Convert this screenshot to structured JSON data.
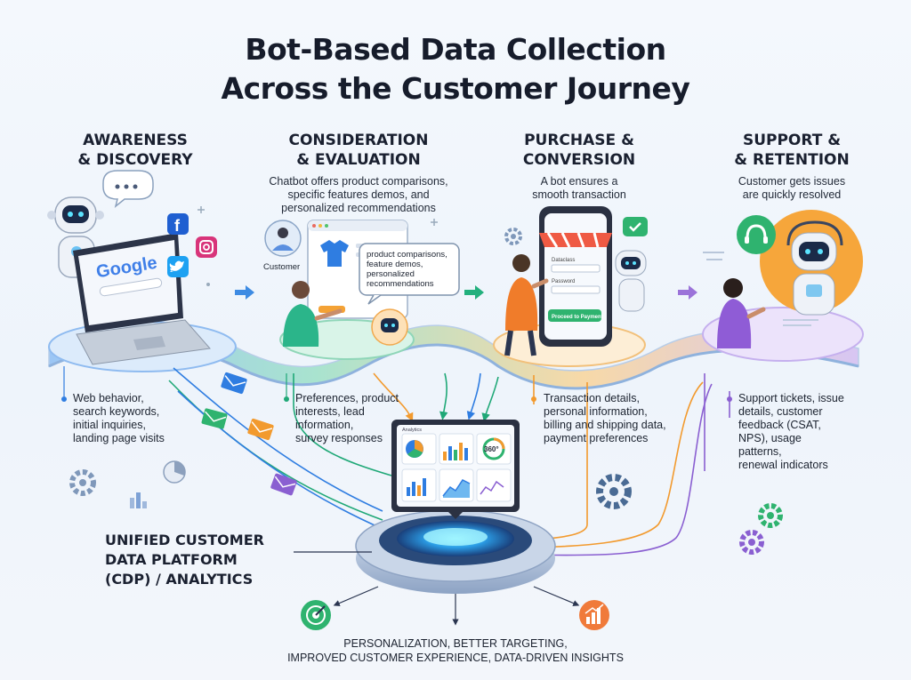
{
  "title": [
    "Bot-Based Data Collection",
    "Across the Customer Journey"
  ],
  "stages": [
    {
      "heading": [
        "AWARENESS",
        "& DISCOVERY"
      ],
      "description": [],
      "data_points": [
        "Web behavior,",
        "search keywords,",
        "initial inquiries,",
        "landing page visits"
      ],
      "color": "#2f7de1"
    },
    {
      "heading": [
        "CONSIDERATION",
        "& EVALUATION"
      ],
      "description": [
        "Chatbot offers product comparisons,",
        "specific features demos, and",
        "personalized recommendations"
      ],
      "data_points": [
        "Preferences, product",
        "interests, lead",
        "information,",
        "survey responses"
      ],
      "color": "#1fa877"
    },
    {
      "heading": [
        "PURCHASE &",
        "CONVERSION"
      ],
      "description": [
        "A bot ensures a",
        "smooth transaction"
      ],
      "data_points": [
        "Transaction details,",
        "personal information,",
        "billing and shipping data,",
        "payment preferences"
      ],
      "color": "#f29a2e"
    },
    {
      "heading": [
        "SUPPORT &",
        "& RETENTION"
      ],
      "description": [
        "Customer gets issues",
        "are quickly resolved"
      ],
      "data_points": [
        "Support tickets, issue",
        "details, customer",
        "feedback (CSAT,",
        "NPS), usage",
        "patterns,",
        "renewal indicators"
      ],
      "color": "#8a5fd1"
    }
  ],
  "illustrations": {
    "search_brand": "Google",
    "customer_label": "Customer",
    "bubble_text": [
      "product comparisons,",
      "feature demos,",
      "personalized",
      "recommendations"
    ],
    "form_fields": [
      "Dataclass",
      "Password"
    ],
    "payment_button": "Proceed to Payment",
    "dashboard_header": "Analytics",
    "dashboard_metric": "360°"
  },
  "cdp_label": [
    "UNIFIED CUSTOMER",
    "DATA PLATFORM",
    "(CDP) / ANALYTICS"
  ],
  "outcome": [
    "PERSONALIZATION, BETTER TARGETING,",
    "IMPROVED CUSTOMER EXPERIENCE, DATA-DRIVEN INSIGHTS"
  ],
  "icons": [
    "robot-icon",
    "chat-bubble-icon",
    "facebook-icon",
    "twitter-icon",
    "instagram-icon",
    "laptop-icon",
    "email-icon",
    "gear-icon",
    "shopping-phone-icon",
    "headset-icon",
    "target-icon",
    "growth-chart-icon",
    "dashboard-icon"
  ]
}
